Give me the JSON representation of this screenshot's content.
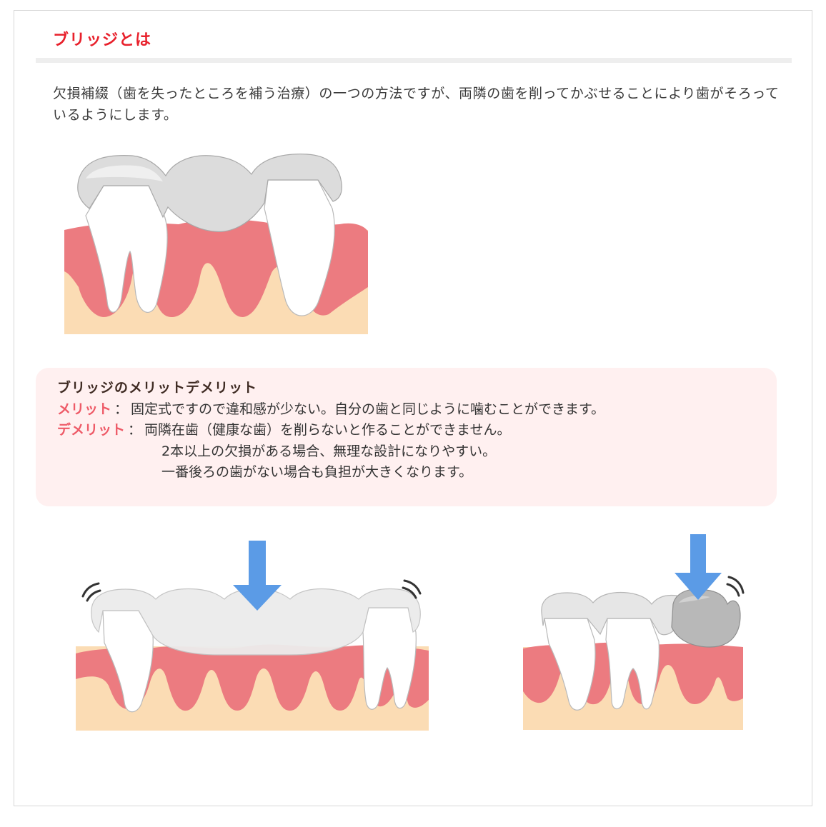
{
  "heading": "ブリッジとは",
  "intro": "欠損補綴（歯を失ったところを補う治療）の一つの方法ですが、両隣の歯を削ってかぶせることにより歯がそろっているようにします。",
  "box": {
    "title": "ブリッジのメリットデメリット",
    "merit_label": "メリット",
    "merit_text": "固定式ですので違和感が少ない。自分の歯と同じように噛むことができます。",
    "demerit_label": "デメリット",
    "demerit_lines": [
      "両隣在歯（健康な歯）を削らないと作ることができません。",
      "2本以上の欠損がある場合、無理な設計になりやすい。",
      "一番後ろの歯がない場合も負担が大きくなります。"
    ],
    "separator": "："
  },
  "colors": {
    "heading": "#e8202b",
    "gum": "#ec7b80",
    "bone": "#fbdcb4",
    "tooth": "#ffffff",
    "crown": "#d9d9d9",
    "arrow": "#5b9be6",
    "box_bg": "#fff0f0",
    "label": "#ee5a67"
  },
  "icons": [
    "down-arrow-icon",
    "vibration-mark-icon"
  ]
}
